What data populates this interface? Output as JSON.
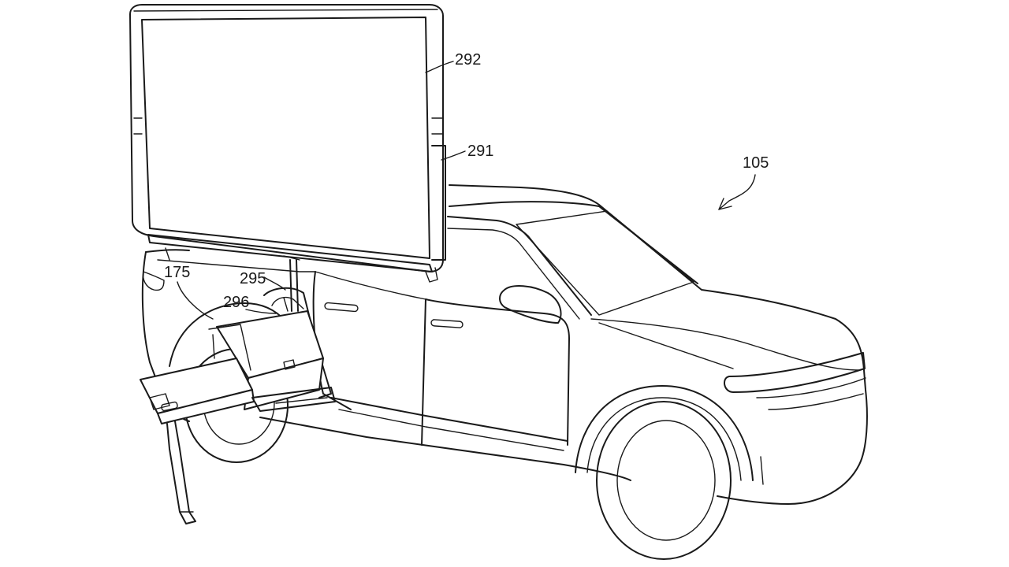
{
  "figure": {
    "reference_labels": {
      "vehicle": "105",
      "screen": "292",
      "screen_support": "291",
      "tray": "175",
      "arm": "295",
      "hinge": "296"
    }
  }
}
